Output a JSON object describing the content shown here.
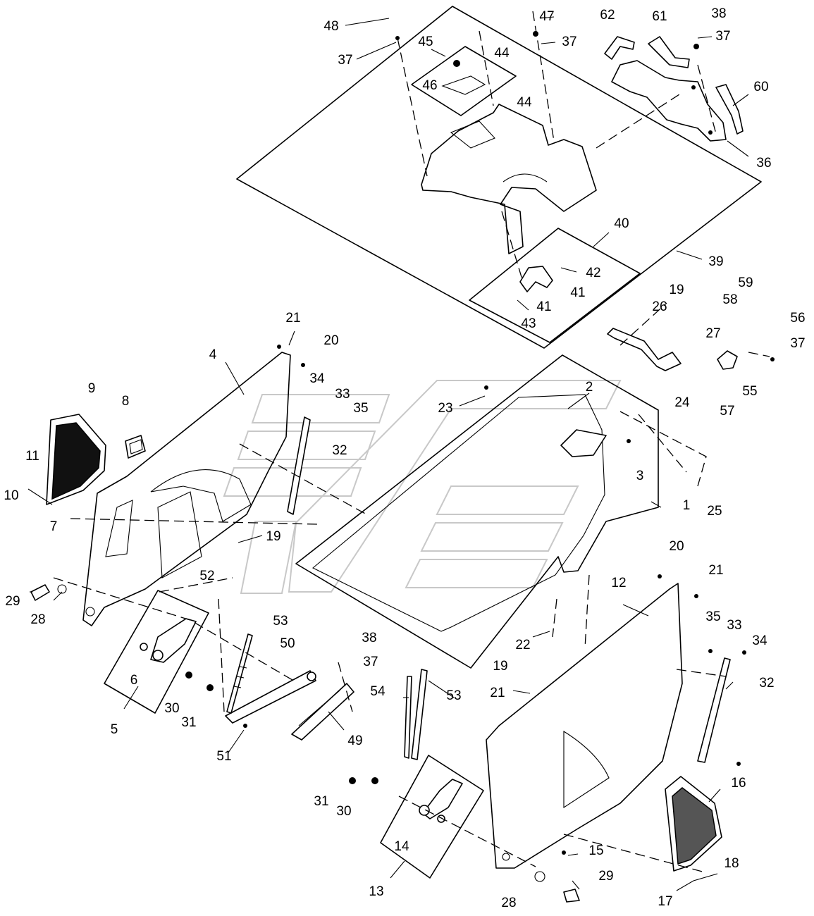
{
  "callouts": [
    {
      "id": "c48",
      "text": "48"
    },
    {
      "id": "c47",
      "text": "47"
    },
    {
      "id": "c62",
      "text": "62"
    },
    {
      "id": "c61",
      "text": "61"
    },
    {
      "id": "c38a",
      "text": "38"
    },
    {
      "id": "c37a",
      "text": "37"
    },
    {
      "id": "c37b",
      "text": "37"
    },
    {
      "id": "c37c",
      "text": "37"
    },
    {
      "id": "c45",
      "text": "45"
    },
    {
      "id": "c44a",
      "text": "44"
    },
    {
      "id": "c46",
      "text": "46"
    },
    {
      "id": "c44b",
      "text": "44"
    },
    {
      "id": "c60",
      "text": "60"
    },
    {
      "id": "c36",
      "text": "36"
    },
    {
      "id": "c40",
      "text": "40"
    },
    {
      "id": "c39",
      "text": "39"
    },
    {
      "id": "c42",
      "text": "42"
    },
    {
      "id": "c41a",
      "text": "41"
    },
    {
      "id": "c41b",
      "text": "41"
    },
    {
      "id": "c43",
      "text": "43"
    },
    {
      "id": "c59",
      "text": "59"
    },
    {
      "id": "c19a",
      "text": "19"
    },
    {
      "id": "c58",
      "text": "58"
    },
    {
      "id": "c26",
      "text": "26"
    },
    {
      "id": "c56",
      "text": "56"
    },
    {
      "id": "c27",
      "text": "27"
    },
    {
      "id": "c37d",
      "text": "37"
    },
    {
      "id": "c24",
      "text": "24"
    },
    {
      "id": "c55",
      "text": "55"
    },
    {
      "id": "c57",
      "text": "57"
    },
    {
      "id": "c21a",
      "text": "21"
    },
    {
      "id": "c20a",
      "text": "20"
    },
    {
      "id": "c4",
      "text": "4"
    },
    {
      "id": "c34a",
      "text": "34"
    },
    {
      "id": "c33a",
      "text": "33"
    },
    {
      "id": "c35a",
      "text": "35"
    },
    {
      "id": "c9",
      "text": "9"
    },
    {
      "id": "c8",
      "text": "8"
    },
    {
      "id": "c23",
      "text": "23"
    },
    {
      "id": "c2",
      "text": "2"
    },
    {
      "id": "c32a",
      "text": "32"
    },
    {
      "id": "c3",
      "text": "3"
    },
    {
      "id": "c11",
      "text": "11"
    },
    {
      "id": "c10",
      "text": "10"
    },
    {
      "id": "c1",
      "text": "1"
    },
    {
      "id": "c25",
      "text": "25"
    },
    {
      "id": "c19b",
      "text": "19"
    },
    {
      "id": "c7",
      "text": "7"
    },
    {
      "id": "c20b",
      "text": "20"
    },
    {
      "id": "c21b",
      "text": "21"
    },
    {
      "id": "c29a",
      "text": "29"
    },
    {
      "id": "c28a",
      "text": "28"
    },
    {
      "id": "c52",
      "text": "52"
    },
    {
      "id": "c12",
      "text": "12"
    },
    {
      "id": "c35b",
      "text": "35"
    },
    {
      "id": "c33b",
      "text": "33"
    },
    {
      "id": "c34b",
      "text": "34"
    },
    {
      "id": "c53a",
      "text": "53"
    },
    {
      "id": "c22",
      "text": "22"
    },
    {
      "id": "c38b",
      "text": "38"
    },
    {
      "id": "c50",
      "text": "50"
    },
    {
      "id": "c37e",
      "text": "37"
    },
    {
      "id": "c6",
      "text": "6"
    },
    {
      "id": "c19c",
      "text": "19"
    },
    {
      "id": "c32b",
      "text": "32"
    },
    {
      "id": "c21c",
      "text": "21"
    },
    {
      "id": "c54",
      "text": "54"
    },
    {
      "id": "c53b",
      "text": "53"
    },
    {
      "id": "c30a",
      "text": "30"
    },
    {
      "id": "c31a",
      "text": "31"
    },
    {
      "id": "c5",
      "text": "5"
    },
    {
      "id": "c49",
      "text": "49"
    },
    {
      "id": "c51",
      "text": "51"
    },
    {
      "id": "c16",
      "text": "16"
    },
    {
      "id": "c31b",
      "text": "31"
    },
    {
      "id": "c30b",
      "text": "30"
    },
    {
      "id": "c14",
      "text": "14"
    },
    {
      "id": "c15",
      "text": "15"
    },
    {
      "id": "c18",
      "text": "18"
    },
    {
      "id": "c29b",
      "text": "29"
    },
    {
      "id": "c13",
      "text": "13"
    },
    {
      "id": "c28b",
      "text": "28"
    },
    {
      "id": "c17",
      "text": "17"
    }
  ]
}
